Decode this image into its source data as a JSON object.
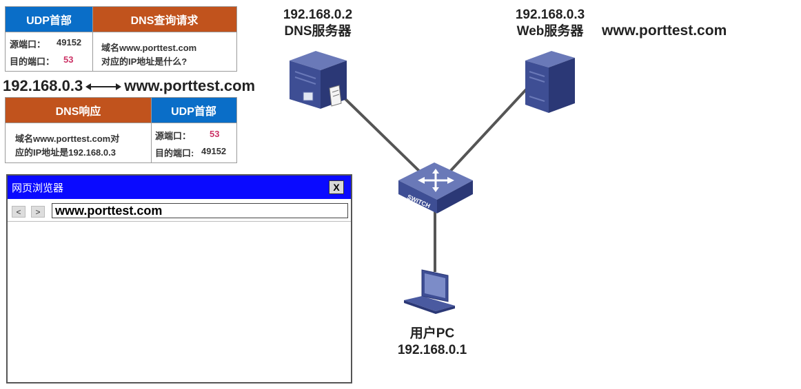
{
  "dns_request": {
    "udp_header_title": "UDP首部",
    "src_port_label": "源端口：",
    "src_port_value": "49152",
    "dst_port_label": "目的端口：",
    "dst_port_value": "53",
    "dns_title": "DNS查询请求",
    "query_line1": "域名www.porttest.com",
    "query_line2": "对应的IP地址是什么?"
  },
  "mapping": {
    "ip": "192.168.0.3",
    "domain": "www.porttest.com"
  },
  "dns_response": {
    "dns_title": "DNS响应",
    "answer_line1": "域名www.porttest.com对",
    "answer_line2": "应的IP地址是192.168.0.3",
    "udp_header_title": "UDP首部",
    "src_port_label": "源端口：",
    "src_port_value": "53",
    "dst_port_label": "目的端口:",
    "dst_port_value": "49152"
  },
  "browser": {
    "title": "网页浏览器",
    "close_label": "X",
    "back_label": "<",
    "forward_label": ">",
    "url": "www.porttest.com"
  },
  "nodes": {
    "dns_server": {
      "ip": "192.168.0.2",
      "name": "DNS服务器"
    },
    "web_server": {
      "ip": "192.168.0.3",
      "name": "Web服务器",
      "domain": "www.porttest.com"
    },
    "switch": {
      "label": "SWITCH"
    },
    "user_pc": {
      "name": "用户PC",
      "ip": "192.168.0.1"
    }
  },
  "colors": {
    "udp_header": "#0a6ec8",
    "dns_header": "#c1531d",
    "port_highlight": "#cc3366",
    "titlebar": "#0a0aff",
    "device": "#3a4a8c"
  }
}
